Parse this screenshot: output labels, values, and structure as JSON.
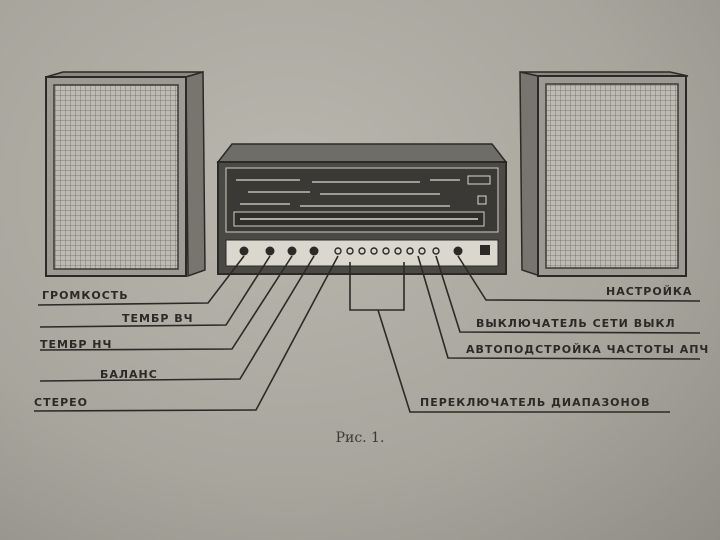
{
  "labels": {
    "gromkost": "ГРОМКОСТЬ",
    "tembr_vch": "ТЕМБР ВЧ",
    "tembr_nch": "ТЕМБР НЧ",
    "balans": "БАЛАНС",
    "stereo": "СТЕРЕО",
    "nastroika": "НАСТРОЙКА",
    "vykl": "ВЫКЛЮЧАТЕЛЬ СЕТИ ВЫКЛ",
    "apch": "АВТОПОДСТРОЙКА ЧАСТОТЫ АПЧ",
    "pereklyuchatel": "ПЕРЕКЛЮЧАТЕЛЬ ДИАПАЗОНОВ"
  },
  "caption": "Рис. 1.",
  "colors": {
    "paper": "#a9a79e",
    "ink": "#2b2a27"
  }
}
